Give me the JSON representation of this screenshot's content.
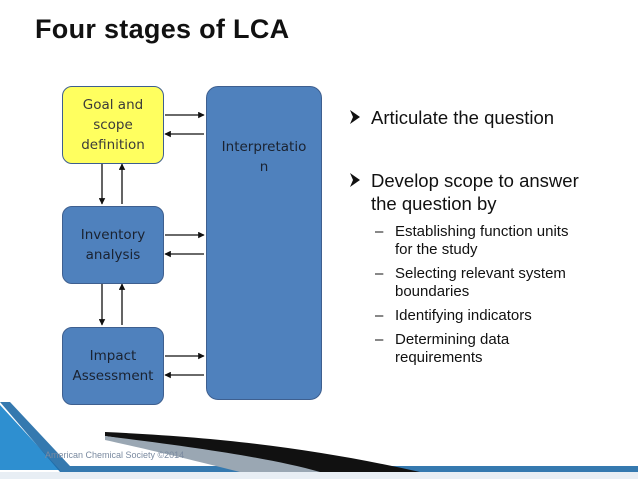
{
  "slide": {
    "title": "Four stages of LCA",
    "footer": "American Chemical Society ©2014"
  },
  "diagram": {
    "goal": [
      "Goal and",
      "scope",
      "definition"
    ],
    "inventory": [
      "Inventory",
      "analysis"
    ],
    "impact": [
      "Impact",
      "Assessment"
    ],
    "interpretation": [
      "Interpretatio",
      "n"
    ]
  },
  "bullets": {
    "b1": "Articulate the question",
    "b2_line1": "Develop scope to answer",
    "b2_line2": "the question by",
    "sub1_line1": "Establishing function units",
    "sub1_line2": "for the study",
    "sub2_line1": "Selecting relevant system",
    "sub2_line2": "boundaries",
    "sub3": "Identifying indicators",
    "sub4_line1": "Determining data",
    "sub4_line2": "requirements"
  },
  "colors": {
    "yellow_box": "#ffff5f",
    "blue_box": "#4f81bd",
    "accent_bar": "#2e8fd0"
  }
}
